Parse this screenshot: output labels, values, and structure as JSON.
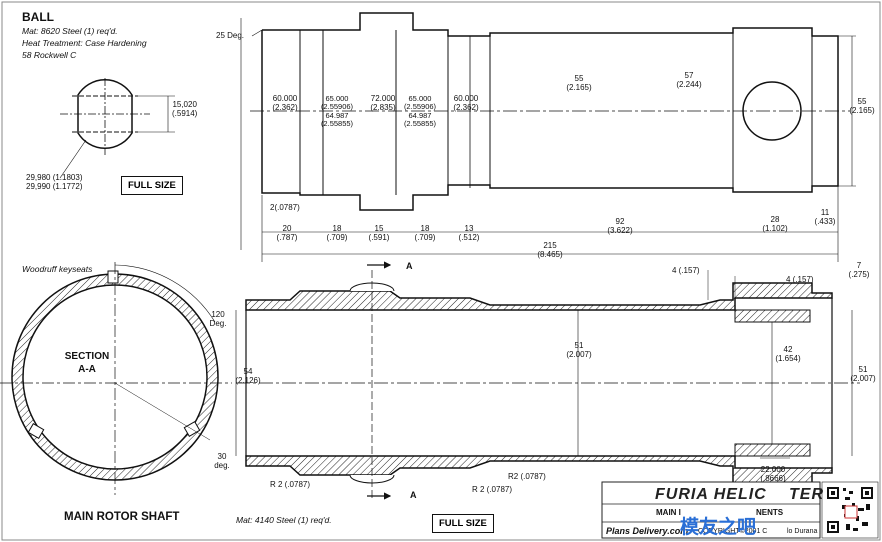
{
  "ball": {
    "title": "BALL",
    "notes": [
      "Mat: 8620 Steel (1) req'd.",
      "Heat Treatment: Case Hardening",
      "58 Rockwell C"
    ],
    "dim_width": [
      "15,020",
      "(.5914)"
    ],
    "dim_dia": [
      "29,980 (1.1803)",
      "29,990 (1.1772)"
    ],
    "scale_label": "FULL SIZE"
  },
  "top_view": {
    "angle": "25 Deg.",
    "diameters": [
      [
        "60.000",
        "(2.362)"
      ],
      [
        "65.000",
        "(2.55906)",
        "64.987",
        "(2.55855)"
      ],
      [
        "72.000",
        "(2.835)"
      ],
      [
        "65.000",
        "(2.55906)",
        "64.987",
        "(2.55855)"
      ],
      [
        "60.000",
        "(2.362)"
      ],
      [
        "55",
        "(2.165)"
      ],
      [
        "57",
        "(2.244)"
      ],
      [
        "55",
        "(2.165)"
      ]
    ],
    "chamfer": "2(.0787)",
    "lengths": [
      [
        "20",
        "(.787)"
      ],
      [
        "18",
        "(.709)"
      ],
      [
        "15",
        "(.591)"
      ],
      [
        "18",
        "(.709)"
      ],
      [
        "13",
        "(.512)"
      ],
      [
        "92",
        "(3.622)"
      ],
      [
        "28",
        "(1.102)"
      ],
      [
        "11",
        "(.433)"
      ]
    ],
    "overall": [
      "215",
      "(8.465)"
    ]
  },
  "section": {
    "keyseats": "Woodruff keyseats",
    "label": [
      "SECTION",
      "A-A"
    ],
    "angle_120": [
      "120",
      "Deg."
    ],
    "angle_30": [
      "30",
      "deg."
    ]
  },
  "main_shaft": {
    "title": "MAIN ROTOR SHAFT",
    "material": "Mat: 4140 Steel (1) req'd.",
    "scale_label": "FULL SIZE",
    "section_marks": [
      "A",
      "A"
    ],
    "dia_left": [
      "54",
      "(2.126)"
    ],
    "bore": [
      "51",
      "(2.007)"
    ],
    "inner_bore": [
      "42",
      "(1.654)"
    ],
    "outer_right": [
      "51",
      "(2.007)"
    ],
    "top_dims": [
      [
        "4 (.157)"
      ],
      [
        "4 (.157)"
      ],
      [
        "7",
        "(.275)"
      ]
    ],
    "bottom_dim": [
      "22.000",
      "(.8666)"
    ],
    "radii": [
      "R 2 (.0787)",
      "R 2 (.0787)",
      "R2 (.0787)"
    ]
  },
  "title_block": {
    "brand_left": "FURIA HELIC",
    "brand_right": "TER",
    "row2": "MAIN I",
    "row2b": "NENTS",
    "plans": "Plans Delivery.com",
    "copyright": "COPYRIGHT©2001 C",
    "author": "lo Durana",
    "watermark": "模友之吧"
  }
}
